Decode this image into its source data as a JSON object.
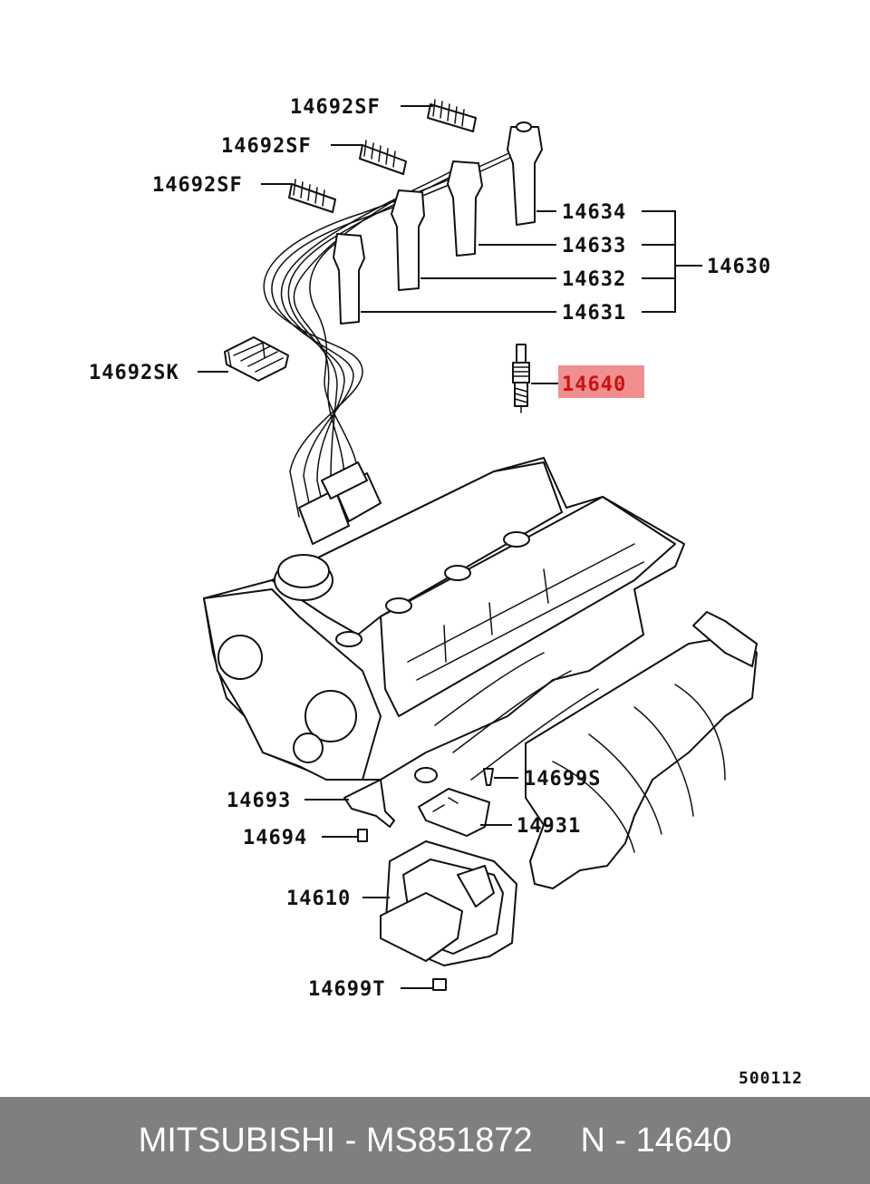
{
  "diagram": {
    "labels": {
      "sf1": "14692SF",
      "sf2": "14692SF",
      "sf3": "14692SF",
      "sk": "14692SK",
      "c14634": "14634",
      "c14633": "14633",
      "c14632": "14632",
      "c14631": "14631",
      "c14630": "14630",
      "c14640": "14640",
      "c14693": "14693",
      "c14694": "14694",
      "c14699S": "14699S",
      "c14931": "14931",
      "c14610": "14610",
      "c14699T": "14699T",
      "ref": "500112"
    },
    "highlight_color": "#f08f8f"
  },
  "footer": {
    "text": "MITSUBISHI - MS851872     N - 14640",
    "background": "#7f7f7f"
  }
}
